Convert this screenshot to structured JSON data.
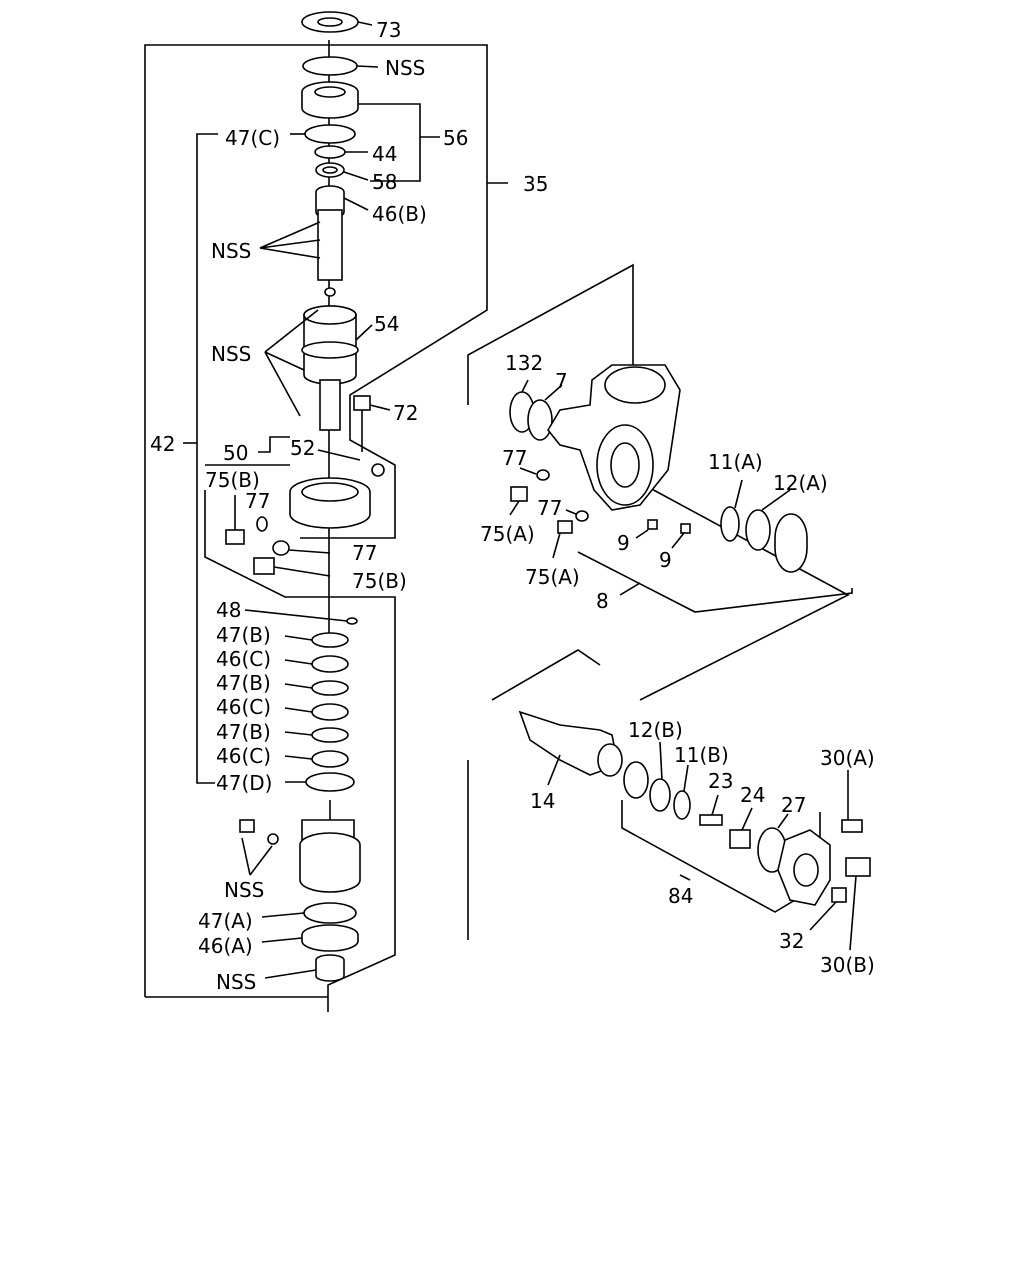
{
  "labels": {
    "l73": "73",
    "l_nss_top": "NSS",
    "l47c": "47(C)",
    "l56": "56",
    "l44": "44",
    "l58": "58",
    "l35": "35",
    "l46b": "46(B)",
    "l_nss_2": "NSS",
    "l54": "54",
    "l_nss_3": "NSS",
    "l72": "72",
    "l42": "42",
    "l50": "50",
    "l52": "52",
    "l75b_1": "75(B)",
    "l77_1": "77",
    "l77_2": "77",
    "l75b_2": "75(B)",
    "l48": "48",
    "l47b_1": "47(B)",
    "l46c_1": "46(C)",
    "l47b_2": "47(B)",
    "l46c_2": "46(C)",
    "l47b_3": "47(B)",
    "l46c_3": "46(C)",
    "l47d": "47(D)",
    "l_nss_4": "NSS",
    "l47a": "47(A)",
    "l46a": "46(A)",
    "l_nss_5": "NSS",
    "l132": "132",
    "l7": "7",
    "l77_3": "77",
    "l77_4": "77",
    "l75a_1": "75(A)",
    "l75a_2": "75(A)",
    "l9_1": "9",
    "l9_2": "9",
    "l8": "8",
    "l11a": "11(A)",
    "l12a": "12(A)",
    "l12b": "12(B)",
    "l11b": "11(B)",
    "l14": "14",
    "l23": "23",
    "l24": "24",
    "l27": "27",
    "l30a": "30(A)",
    "l84": "84",
    "l32": "32",
    "l30b": "30(B)"
  }
}
